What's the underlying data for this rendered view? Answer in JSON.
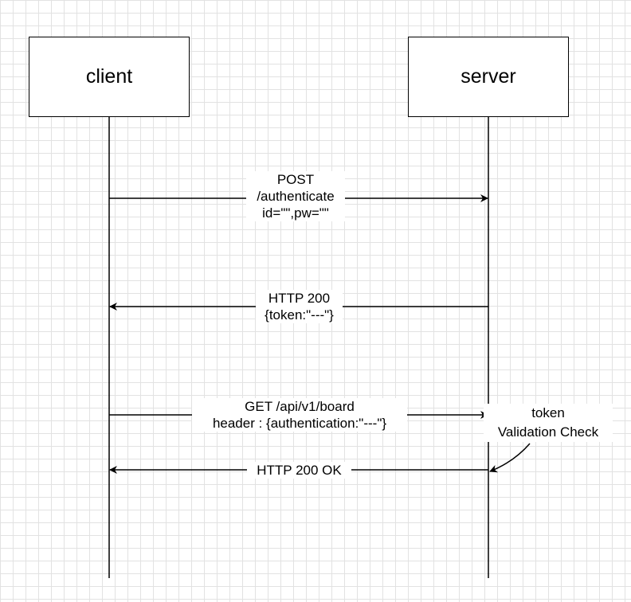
{
  "participants": {
    "client": "client",
    "server": "server"
  },
  "messages": {
    "m1": {
      "line1": "POST",
      "line2": "/authenticate",
      "line3": "id=\"\",pw=\"\""
    },
    "m2": {
      "line1": "HTTP 200",
      "line2": "{token:\"---\"}"
    },
    "m3": {
      "line1": "GET /api/v1/board",
      "line2": "header : {authentication:\"---\"}"
    },
    "m4": {
      "line1": "HTTP 200 OK"
    }
  },
  "note": {
    "line1": "token",
    "line2": "Validation Check"
  }
}
